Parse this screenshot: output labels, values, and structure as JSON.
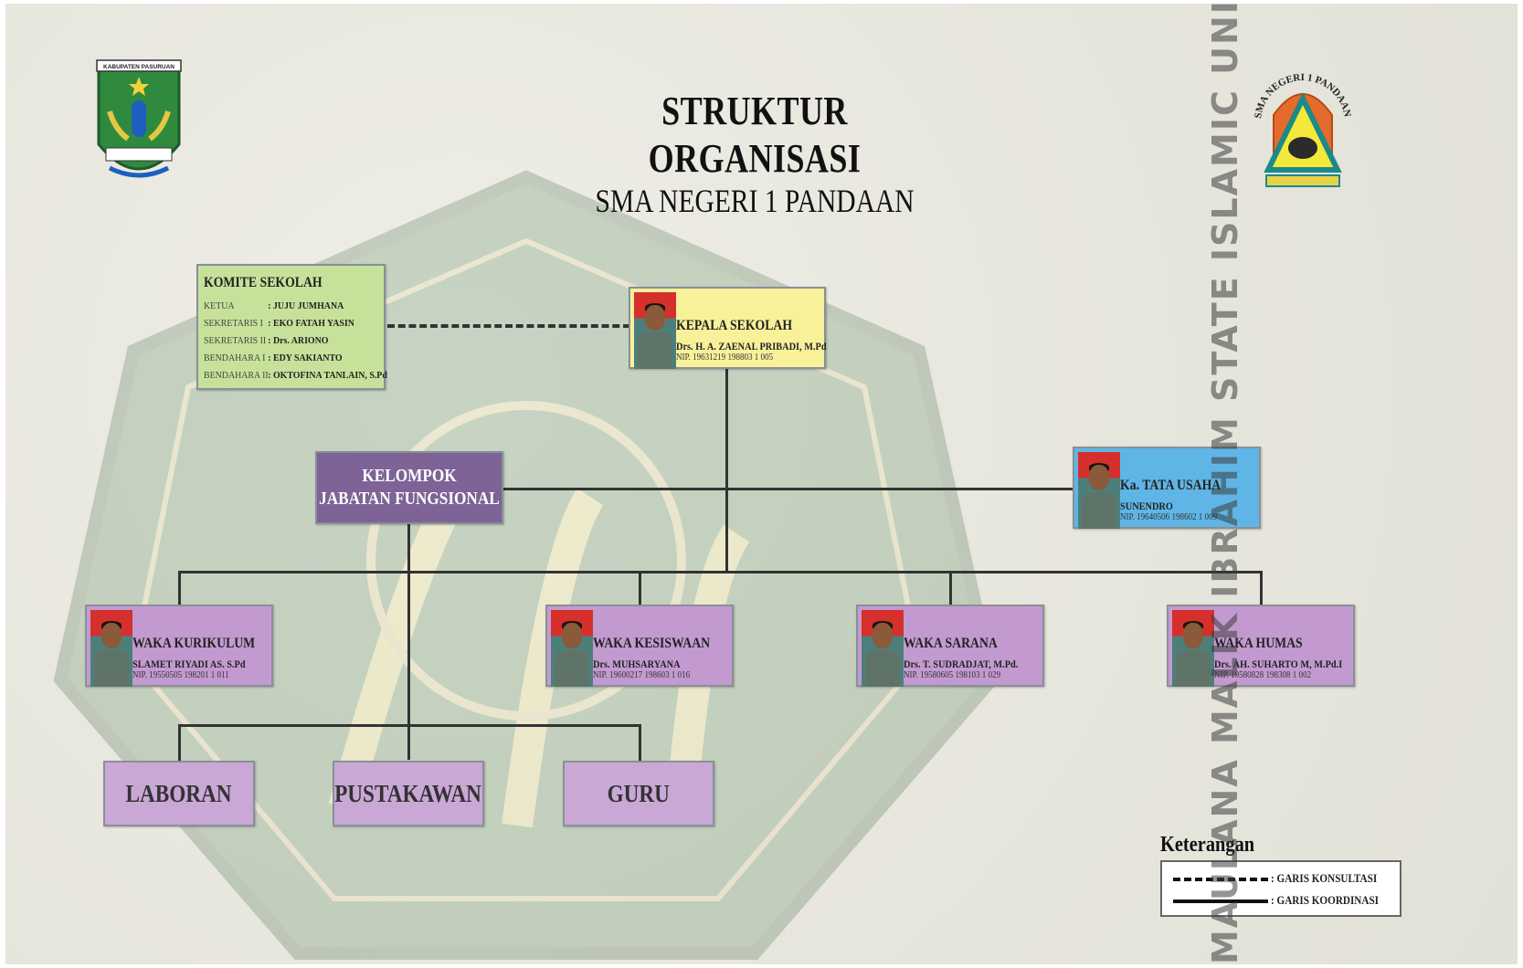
{
  "title": "STRUKTUR ORGANISASI",
  "subtitle": "SMA NEGERI 1 PANDAAN",
  "logos": {
    "left_banner": "KABUPATEN PASURUAN",
    "right_ring": "SMA NEGERI 1 PANDAAN"
  },
  "kepala": {
    "role": "KEPALA SEKOLAH",
    "name": "Drs. H. A. ZAENAL PRIBADI, M.Pd",
    "nip": "NIP. 19631219 198803 1 005",
    "color": "#f8f19a"
  },
  "komite": {
    "title": "KOMITE SEKOLAH",
    "color": "#c6e29a",
    "rows": [
      {
        "label": "KETUA",
        "value": ": JUJU JUMHANA"
      },
      {
        "label": "SEKRETARIS I",
        "value": ": EKO FATAH YASIN"
      },
      {
        "label": "SEKRETARIS II",
        "value": ": Drs. ARIONO"
      },
      {
        "label": "BENDAHARA I",
        "value": ": EDY SAKIANTO"
      },
      {
        "label": "BENDAHARA II",
        "value": ": OKTOFINA TANLAIN, S.Pd"
      }
    ]
  },
  "kelompok": {
    "line1": "KELOMPOK",
    "line2": "JABATAN FUNGSIONAL",
    "color": "#7d6396"
  },
  "tata_usaha": {
    "role": "Ka. TATA USAHA",
    "name": "SUNENDRO",
    "nip": "NIP. 19640506 198602 1 009",
    "color": "#5fb6e6"
  },
  "wakas": [
    {
      "role": "WAKA KURIKULUM",
      "name": "SLAMET RIYADI AS. S.Pd",
      "nip": "NIP. 19550505 198201 1 011"
    },
    {
      "role": "WAKA KESISWAAN",
      "name": "Drs. MUHSARYANA",
      "nip": "NIP. 19600217 198603 1 016"
    },
    {
      "role": "WAKA SARANA",
      "name": "Drs. T. SUDRADJAT, M.Pd.",
      "nip": "NIP. 19580605 198103 1 029"
    },
    {
      "role": "WAKA HUMAS",
      "name": "Drs. AH. SUHARTO M, M.Pd.I",
      "nip": "NIP. 19580828 198308 1 002"
    }
  ],
  "waka_color": "#c39ad0",
  "functional": [
    "LABORAN",
    "PUSTAKAWAN",
    "GURU"
  ],
  "functional_color": "#c9a8d6",
  "legend": {
    "title": "Keterangan",
    "dashed": ": GARIS KONSULTASI",
    "solid": ": GARIS KOORDINASI"
  },
  "watermark": "MAULANA MALIK IBRAHIM STATE ISLAMIC UNIVERSITY OF"
}
